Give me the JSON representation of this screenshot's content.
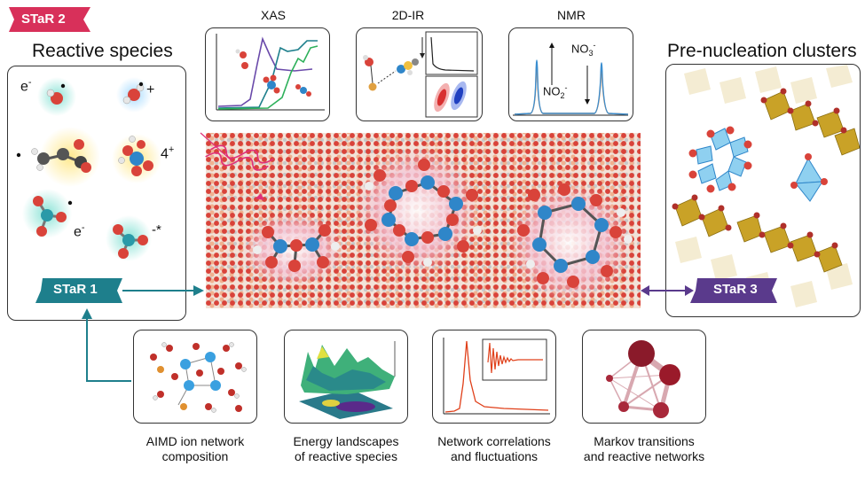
{
  "tags": {
    "star2": "STaR 2",
    "star1": "STaR 1",
    "star3": "STaR 3"
  },
  "colors": {
    "star2": "#d8305a",
    "star1": "#1e7f8c",
    "star3": "#5a3a8c",
    "oxygen": "#d9433a",
    "nitrogen": "#2f86c9",
    "hydrogen": "#e6e6e6",
    "gold": "#c9a227"
  },
  "left": {
    "title": "Reactive species",
    "labels": {
      "e1": "e",
      "e1_sup": "-",
      "plus": "+",
      "four": "4",
      "four_sup": "+",
      "e2": "e",
      "e2_sup": "-",
      "minus_star": "-*"
    }
  },
  "right": {
    "title": "Pre-nucleation clusters"
  },
  "top": {
    "xas": "XAS",
    "ir": "2D-IR",
    "nmr": "NMR",
    "nmr_no3": "NO",
    "nmr_no3_sub": "3",
    "nmr_no3_sup": "-",
    "nmr_no2": "NO",
    "nmr_no2_sub": "2",
    "nmr_no2_sup": "-"
  },
  "bottom": {
    "aimd": [
      "AIMD ion network",
      "composition"
    ],
    "energy": [
      "Energy landscapes",
      "of reactive species"
    ],
    "network": [
      "Network correlations",
      "and fluctuations"
    ],
    "markov": [
      "Markov transitions",
      "and reactive networks"
    ]
  }
}
